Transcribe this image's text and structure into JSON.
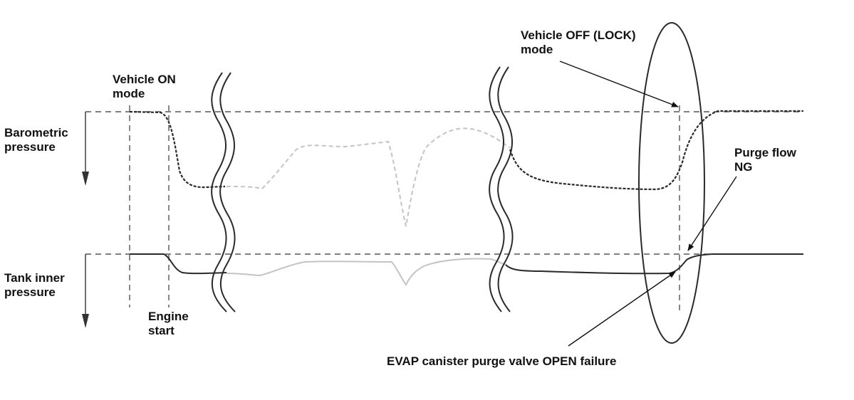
{
  "labels": {
    "vehicle_on_line1": "Vehicle ON",
    "vehicle_on_line2": "mode",
    "vehicle_off_line1": "Vehicle OFF (LOCK)",
    "vehicle_off_line2": "mode",
    "barometric_line1": "Barometric",
    "barometric_line2": "pressure",
    "tank_line1": "Tank inner",
    "tank_line2": "pressure",
    "engine_line1": "Engine",
    "engine_line2": "start",
    "purge_line1": "Purge flow",
    "purge_line2": "NG",
    "failure": "EVAP canister purge valve OPEN failure"
  },
  "colors": {
    "ink": "#2a2a2a",
    "faded": "#c4c4c4",
    "guide": "#555555"
  }
}
